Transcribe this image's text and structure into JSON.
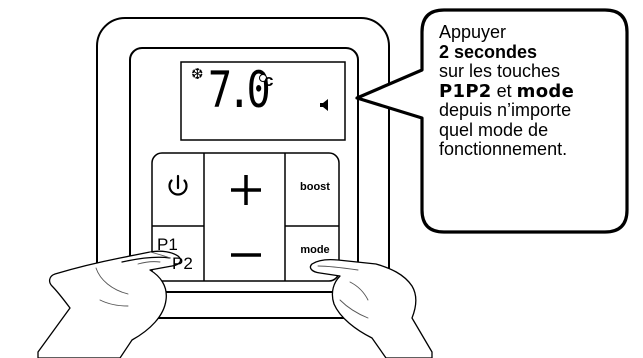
{
  "display": {
    "temperature": "7.0",
    "unit": "c",
    "snowflake_glyph": "❆"
  },
  "keys": {
    "power_icon": "power-icon",
    "plus_icon": "plus-icon",
    "minus_icon": "minus-icon",
    "boost_label": "boost",
    "mode_label": "mode",
    "p1_label": "P1",
    "p2_label": "P2"
  },
  "callout": {
    "line1": "Appuyer",
    "line2": "2 secondes",
    "line3": "sur les touches",
    "line4_bold": "P1P2",
    "line4_mid": " et ",
    "line4_heavy": "mode",
    "line5": "depuis n’importe",
    "line6": "quel mode de",
    "line7": "fonctionnement."
  },
  "colors": {
    "outline": "#000000",
    "background": "#ffffff"
  }
}
